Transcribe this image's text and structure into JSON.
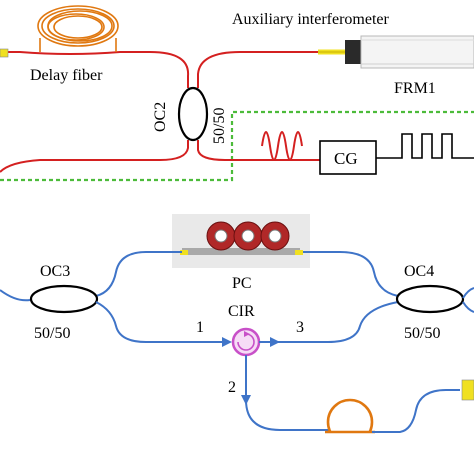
{
  "labels": {
    "auxiliary": "Auxiliary interferometer",
    "delay_fiber": "Delay fiber",
    "frm1": "FRM1",
    "oc2": "OC2",
    "oc2_ratio": "50/50",
    "cg": "CG",
    "oc3": "OC3",
    "oc3_ratio": "50/50",
    "pc": "PC",
    "cir": "CIR",
    "oc4": "OC4",
    "oc4_ratio": "50/50",
    "port1": "1",
    "port2": "2",
    "port3": "3"
  },
  "colors": {
    "red_fiber": "#d42020",
    "blue_fiber": "#3f74c8",
    "dashed_box": "#4cbb3a",
    "coil_orange": "#e07810",
    "circulator": "#c850c8",
    "fiber_tip": "#f0e020"
  },
  "icons": [
    "fiber-coil-icon",
    "frm-device-icon",
    "sine-wave-icon",
    "square-wave-icon",
    "polarization-controller-icon",
    "circulator-icon",
    "fiber-spool-icon"
  ]
}
